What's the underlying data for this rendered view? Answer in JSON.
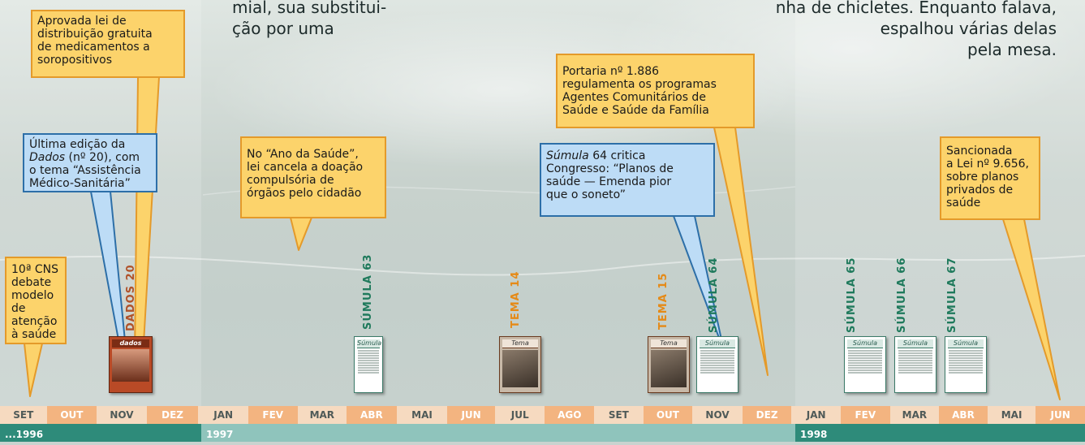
{
  "quote": {
    "left_lines": [
      "mial, sua substitui-",
      "ção por uma"
    ],
    "right_lines": [
      "nha de chicletes. Enquanto falava,",
      "espalhou várias delas",
      "pela mesa."
    ]
  },
  "callouts": [
    {
      "id": "lei-medicamentos",
      "lines": [
        "Aprovada lei de",
        "distribuição gratuita",
        "de medicamentos a",
        "soropositivos"
      ],
      "style": "yellow"
    },
    {
      "id": "dados-20",
      "lines": [
        "Última edição da",
        "Dados (nº 20), com",
        "o tema “Assistência",
        "Médico-Sanitária”"
      ],
      "style": "blue"
    },
    {
      "id": "ano-da-saude",
      "lines": [
        "No “Ano da Saúde”,",
        "lei cancela a doação",
        "compulsória de",
        "órgãos pelo cidadão"
      ],
      "style": "yellow"
    },
    {
      "id": "portaria-1886",
      "lines": [
        "Portaria nº 1.886",
        "regulamenta os programas",
        "Agentes Comunitários de",
        "Saúde e Saúde da Família"
      ],
      "style": "yellow"
    },
    {
      "id": "sumula-64",
      "lines": [
        "Súmula 64 critica",
        "Congresso: “Planos de",
        "saúde — Emenda pior",
        "que o soneto”"
      ],
      "style": "blue"
    },
    {
      "id": "lei-9656",
      "lines": [
        "Sancionada",
        "a Lei nº 9.656,",
        "sobre planos",
        "privados de",
        "saúde"
      ],
      "style": "yellow"
    },
    {
      "id": "cns-10",
      "lines": [
        "10ª CNS",
        "debate",
        "modelo de",
        "atenção",
        "à saúde"
      ],
      "style": "yellow"
    }
  ],
  "publications": [
    {
      "label": "DADOS 20",
      "cover": "dados",
      "color": "#b0522a",
      "cover_title": "dados"
    },
    {
      "label": "SÚMULA 63",
      "cover": "sumula",
      "color": "#1f7a5c",
      "cover_title": "Súmula"
    },
    {
      "label": "TEMA 14",
      "cover": "tema",
      "color": "#e58a17",
      "cover_title": "Tema"
    },
    {
      "label": "TEMA 15",
      "cover": "tema",
      "color": "#e58a17",
      "cover_title": "Tema"
    },
    {
      "label": "SÚMULA 64",
      "cover": "sumula",
      "color": "#1f7a5c",
      "cover_title": "Súmula"
    },
    {
      "label": "SÚMULA 65",
      "cover": "sumula",
      "color": "#1f7a5c",
      "cover_title": "Súmula"
    },
    {
      "label": "SÚMULA 66",
      "cover": "sumula",
      "color": "#1f7a5c",
      "cover_title": "Súmula"
    },
    {
      "label": "SÚMULA 67",
      "cover": "sumula",
      "color": "#1f7a5c",
      "cover_title": "Súmula"
    }
  ],
  "months": [
    "SET",
    "OUT",
    "NOV",
    "DEZ",
    "JAN",
    "FEV",
    "MAR",
    "ABR",
    "MAI",
    "JUN",
    "JUL",
    "AGO",
    "SET",
    "OUT",
    "NOV",
    "DEZ",
    "JAN",
    "FEV",
    "MAR",
    "ABR",
    "MAI",
    "JUN"
  ],
  "years": [
    {
      "label": "...1996",
      "color": "#2e8b7a"
    },
    {
      "label": "1997",
      "color": "#8fc4bc"
    },
    {
      "label": "1998",
      "color": "#2e8b7a"
    }
  ],
  "colors": {
    "callout_yellow": "#fcd36b",
    "callout_blue": "#bddcf6",
    "sumula_green": "#1f7a5c",
    "tema_orange": "#e58a17",
    "dados_brown": "#b0522a"
  }
}
